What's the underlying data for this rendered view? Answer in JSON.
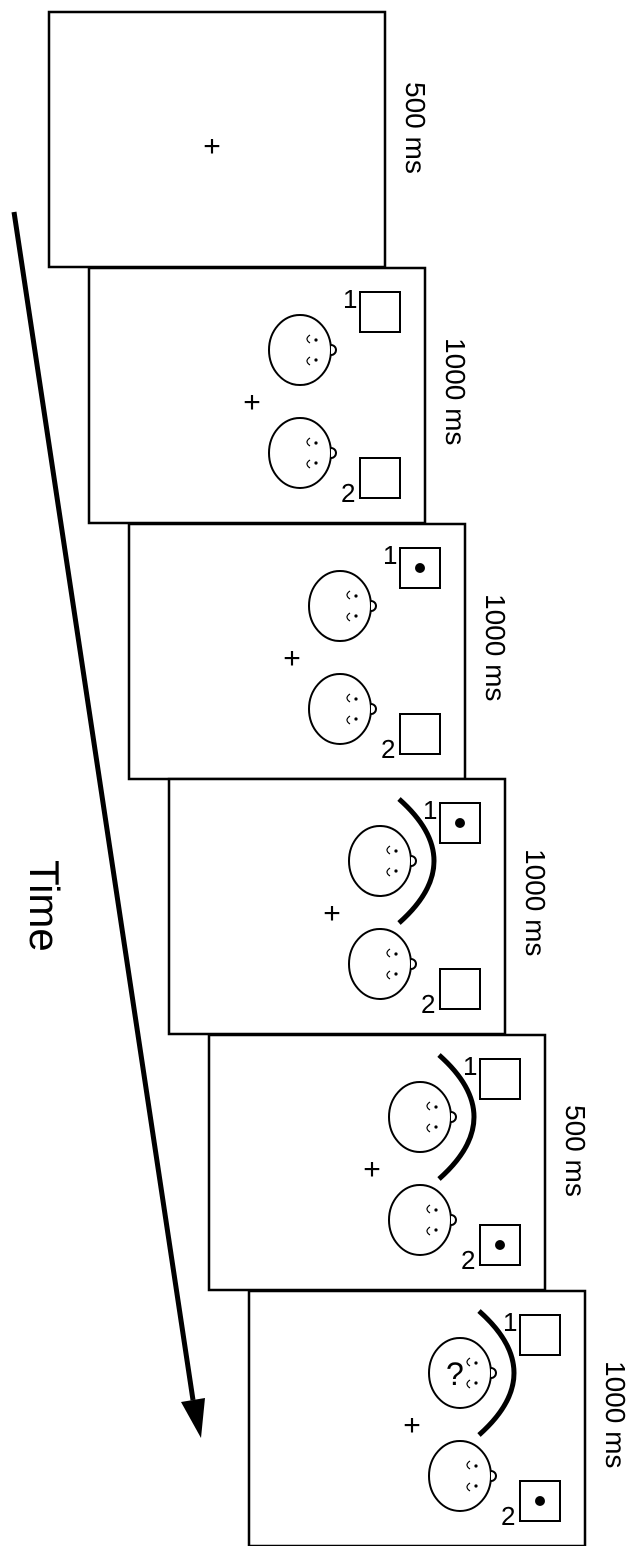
{
  "time_label": "Time",
  "box_labels": {
    "top": "1",
    "bottom": "2"
  },
  "fixation": "+",
  "question_mark": "?",
  "frames": [
    {
      "duration": "500 ms",
      "faces": false,
      "dot": "none",
      "arc": false,
      "question": false
    },
    {
      "duration": "1000 ms",
      "faces": true,
      "dot": "none",
      "arc": false,
      "question": false
    },
    {
      "duration": "1000 ms",
      "faces": true,
      "dot": "top",
      "arc": false,
      "question": false
    },
    {
      "duration": "1000 ms",
      "faces": true,
      "dot": "top",
      "arc": true,
      "question": false
    },
    {
      "duration": "500 ms",
      "faces": true,
      "dot": "bottom",
      "arc": true,
      "question": false
    },
    {
      "duration": "1000 ms",
      "faces": true,
      "dot": "bottom",
      "arc": true,
      "question": true
    }
  ]
}
